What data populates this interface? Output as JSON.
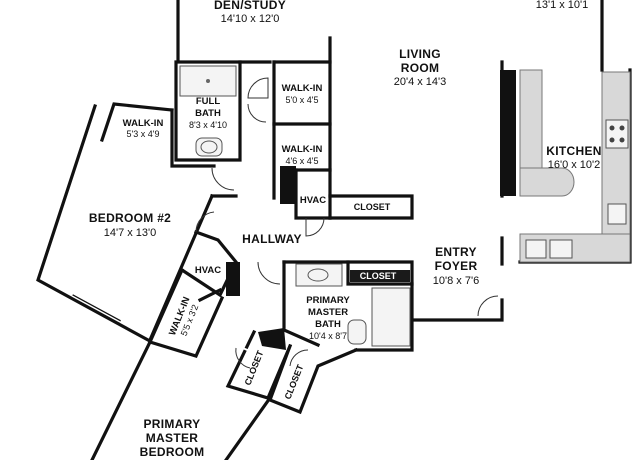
{
  "plan": {
    "rooms": {
      "den_study": {
        "name": "DEN/STUDY",
        "dims": "14'10 x 12'0"
      },
      "top_right_room": {
        "dims": "13'1 x 10'1"
      },
      "living_room": {
        "name_line1": "LIVING",
        "name_line2": "ROOM",
        "dims": "20'4 x 14'3"
      },
      "kitchen": {
        "name": "KITCHEN",
        "dims": "16'0 x 10'2"
      },
      "full_bath": {
        "name_line1": "FULL",
        "name_line2": "BATH",
        "dims": "8'3 x 4'10"
      },
      "walk_in_1": {
        "name": "WALK-IN",
        "dims": "5'0 x 4'5"
      },
      "walk_in_2": {
        "name": "WALK-IN",
        "dims": "4'6 x 4'5"
      },
      "walk_in_bedroom2": {
        "name": "WALK-IN",
        "dims": "5'3 x 4'9"
      },
      "bedroom_2": {
        "name": "BEDROOM #2",
        "dims": "14'7 x 13'0"
      },
      "hvac_1": {
        "name": "HVAC"
      },
      "closet_1": {
        "name": "CLOSET"
      },
      "hallway": {
        "name": "HALLWAY"
      },
      "entry_foyer": {
        "name_line1": "ENTRY",
        "name_line2": "FOYER",
        "dims": "10'8 x 7'6"
      },
      "hvac_2": {
        "name": "HVAC"
      },
      "closet_2": {
        "name": "CLOSET"
      },
      "walk_in_primary": {
        "name": "WALK-IN",
        "dims": "5'5 x 3'2"
      },
      "primary_master_bath": {
        "name_line1": "PRIMARY",
        "name_line2": "MASTER",
        "name_line3": "BATH",
        "dims": "10'4 x 8'7"
      },
      "closet_3": {
        "name": "CLOSET"
      },
      "closet_4": {
        "name": "CLOSET"
      },
      "primary_master_bedroom": {
        "name_line1": "PRIMARY",
        "name_line2": "MASTER",
        "name_line3": "BEDROOM"
      }
    }
  }
}
